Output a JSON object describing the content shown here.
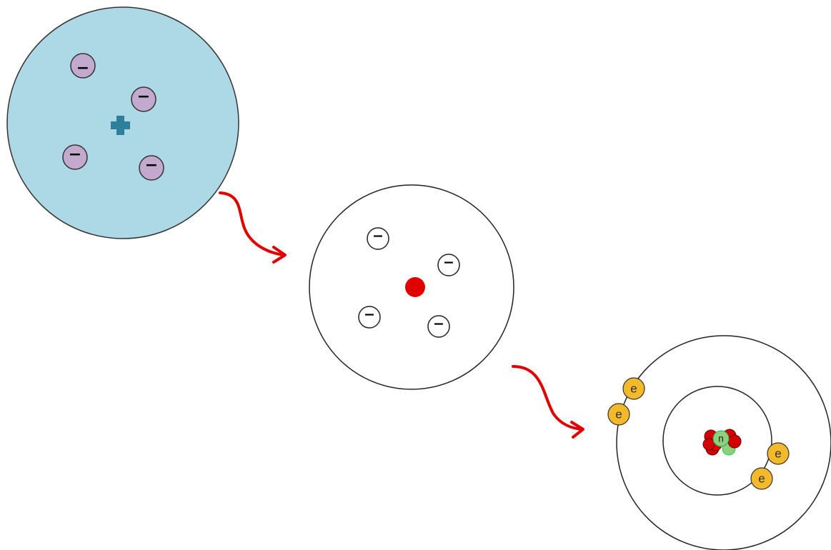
{
  "models": [
    {
      "name": "thomson-model",
      "electron_sign": "−",
      "center_symbol": "+"
    },
    {
      "name": "rutherford-model",
      "electron_sign": "−"
    },
    {
      "name": "bohr-model",
      "electron_label": "e",
      "neutron_label": "n"
    }
  ],
  "colors": {
    "thomson_fill": "#add8e6",
    "thomson_electron": "#c3a9cd",
    "thomson_plus": "#2e7f9b",
    "nucleus_red": "#e00000",
    "arrow_red": "#e00000",
    "bohr_electron": "#f2b92b",
    "neutron_green": "#8fd17a"
  }
}
